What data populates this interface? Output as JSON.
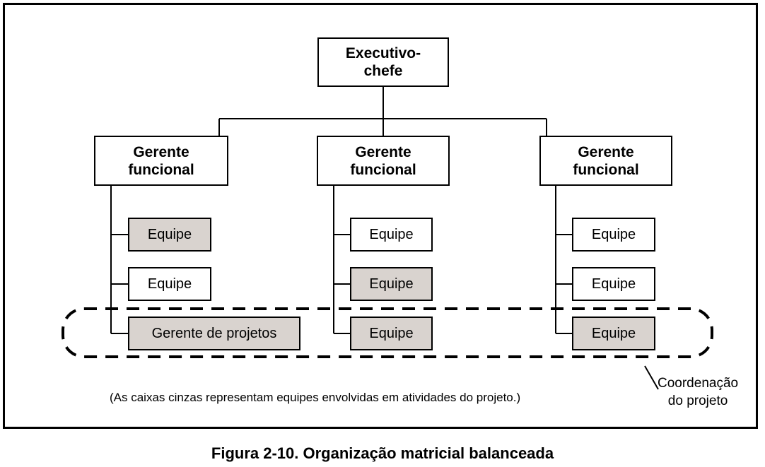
{
  "executive": "Executivo-\nchefe",
  "managers": [
    {
      "label": "Gerente\nfuncional"
    },
    {
      "label": "Gerente\nfuncional"
    },
    {
      "label": "Gerente\nfuncional"
    }
  ],
  "teams": [
    [
      {
        "label": "Equipe",
        "gray": true
      },
      {
        "label": "Equipe",
        "gray": false
      },
      {
        "label": "Gerente de projetos",
        "gray": true
      }
    ],
    [
      {
        "label": "Equipe",
        "gray": false
      },
      {
        "label": "Equipe",
        "gray": true
      },
      {
        "label": "Equipe",
        "gray": true
      }
    ],
    [
      {
        "label": "Equipe",
        "gray": false
      },
      {
        "label": "Equipe",
        "gray": false
      },
      {
        "label": "Equipe",
        "gray": true
      }
    ]
  ],
  "note": "(As caixas cinzas representam equipes envolvidas em atividades do projeto.)",
  "coordination_label": "Coordenação\ndo projeto",
  "caption": "Figura 2-10. Organização matricial balanceada",
  "colors": {
    "gray_fill": "#d9d3cf",
    "line": "#000000"
  }
}
